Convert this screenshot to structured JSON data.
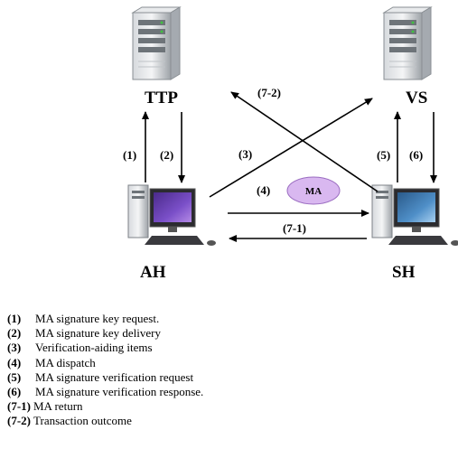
{
  "nodes": {
    "ttp": "TTP",
    "vs": "VS",
    "ah": "AH",
    "sh": "SH"
  },
  "steps": {
    "s1": "(1)",
    "s2": "(2)",
    "s3": "(3)",
    "s4": "(4)",
    "s5": "(5)",
    "s6": "(6)",
    "s7_1": "(7-1)",
    "s7_2": "(7-2)"
  },
  "message": "MA",
  "colors": {
    "ma_fill": "#d9b8f0",
    "ma_stroke": "#9a6cc0"
  },
  "icons": [
    "server-icon",
    "desktop-computer-icon"
  ],
  "legend": [
    {
      "num": "(1)",
      "text": "MA signature key request."
    },
    {
      "num": "(2)",
      "text": "MA signature key delivery"
    },
    {
      "num": "(3)",
      "text": "Verification-aiding items"
    },
    {
      "num": "(4)",
      "text": "MA dispatch"
    },
    {
      "num": "(5)",
      "text": "MA signature verification request"
    },
    {
      "num": "(6)",
      "text": "MA signature verification response."
    },
    {
      "num": "(7-1)",
      "text": "MA return"
    },
    {
      "num": "(7-2)",
      "text": "Transaction outcome"
    }
  ]
}
